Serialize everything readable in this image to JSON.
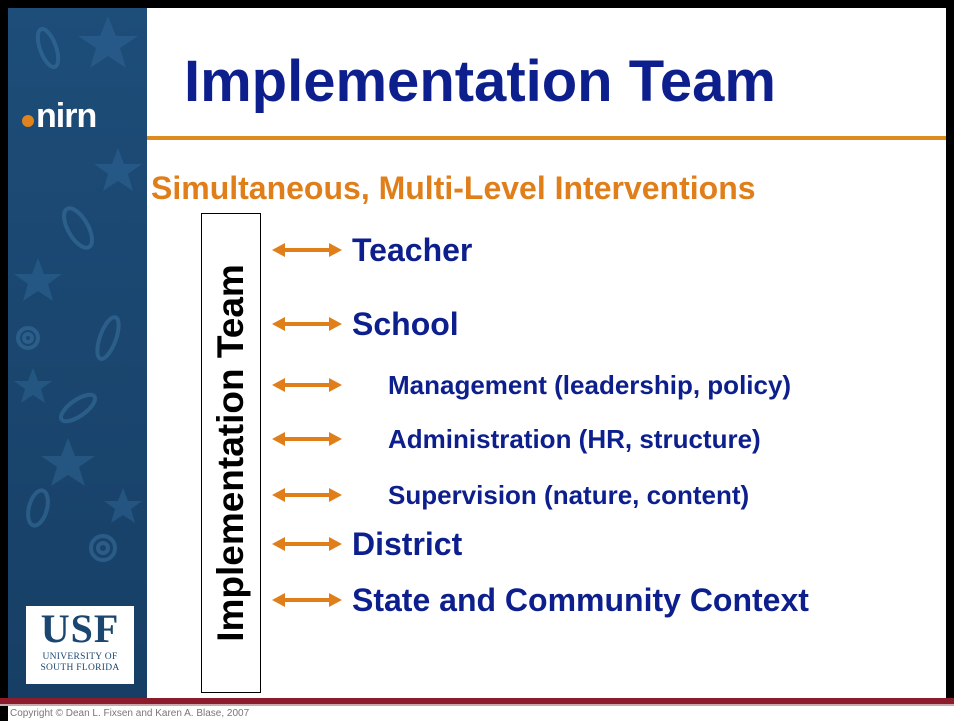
{
  "slide": {
    "title": "Implementation Team",
    "subtitle": "Simultaneous, Multi-Level Interventions",
    "side_label": "Implementation Team",
    "items": [
      {
        "label": "Teacher",
        "level": "main"
      },
      {
        "label": "School",
        "level": "main"
      },
      {
        "label": "Management (leadership, policy)",
        "level": "sub"
      },
      {
        "label": "Administration (HR, structure)",
        "level": "sub"
      },
      {
        "label": "Supervision (nature, content)",
        "level": "sub"
      },
      {
        "label": "District",
        "level": "main"
      },
      {
        "label": "State and Community Context",
        "level": "main"
      }
    ]
  },
  "branding": {
    "nirn_logo": "nirn",
    "usf_logo_main": "USF",
    "usf_logo_line1": "UNIVERSITY OF",
    "usf_logo_line2": "SOUTH FLORIDA"
  },
  "footer": {
    "copyright": "Copyright © Dean L. Fixsen and Karen A. Blase, 2007"
  },
  "colors": {
    "title": "#0d1f8c",
    "accent_orange": "#e07f1a",
    "sidebar_blue": "#1a466f",
    "bottom_rule": "#8c1c2c"
  },
  "icons": {
    "arrow": "double-headed-arrow-icon",
    "decor": [
      "star-icon",
      "swirl-icon"
    ]
  }
}
